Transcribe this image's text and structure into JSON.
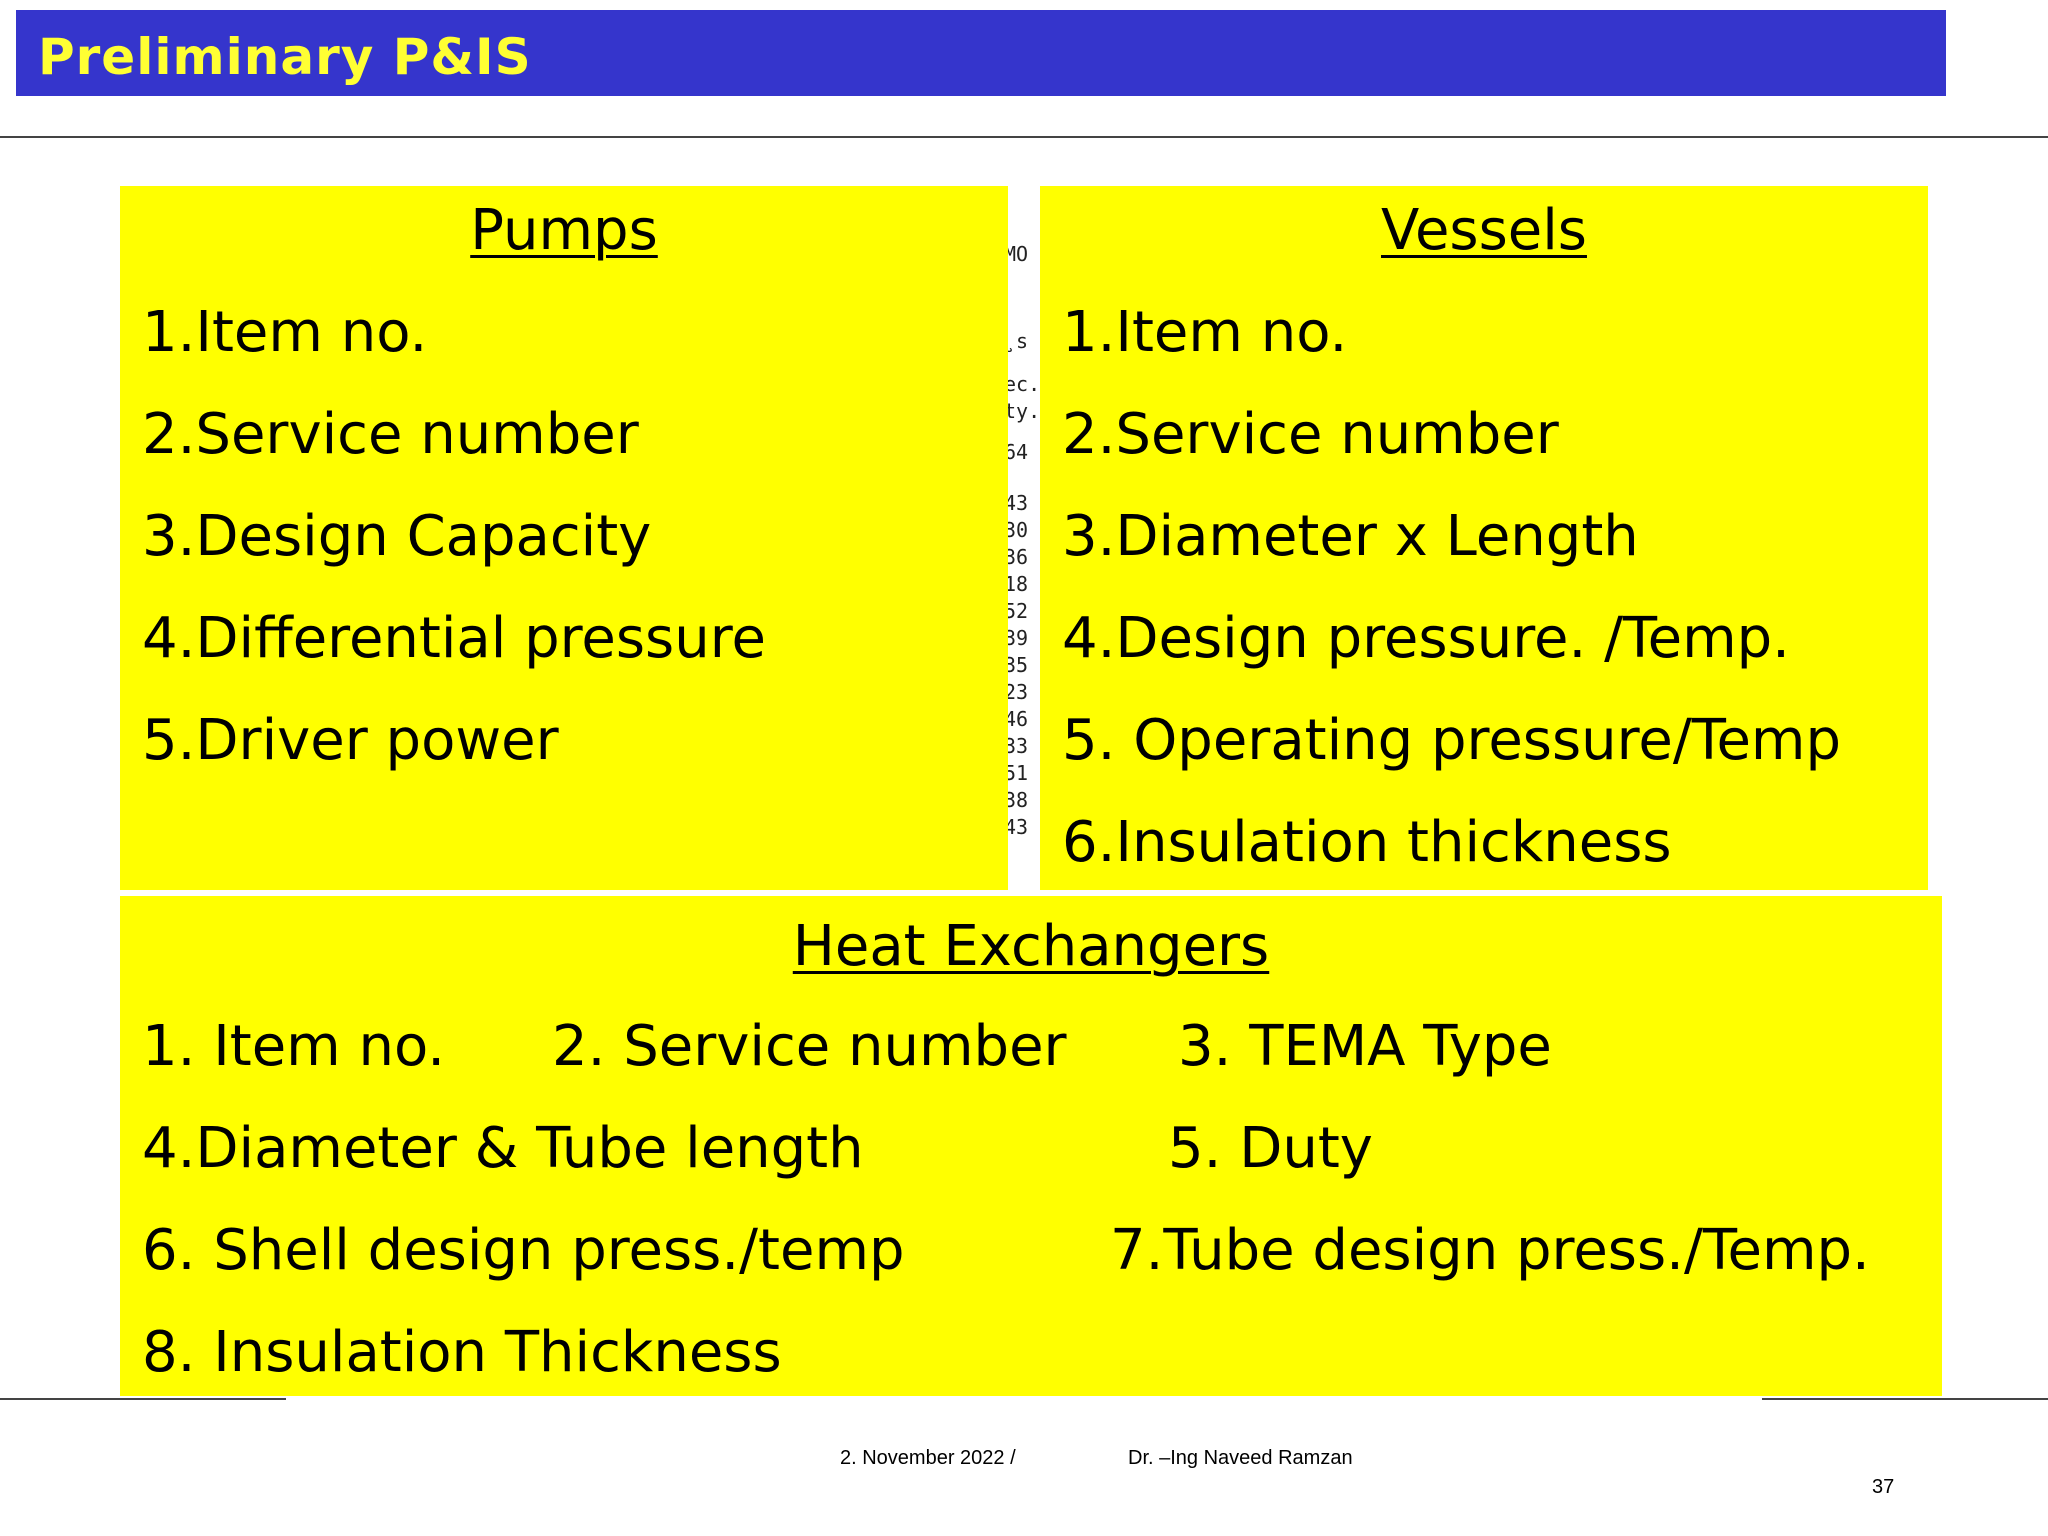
{
  "title": "Preliminary P&IS",
  "colors": {
    "title_bar": "#3535cc",
    "title_text": "#ffff33",
    "panel": "#ffff00"
  },
  "pumps": {
    "heading": "Pumps",
    "items": [
      "1.Item no.",
      "2.Service number",
      "3.Design Capacity",
      "4.Differential pressure",
      "5.Driver power"
    ]
  },
  "vessels": {
    "heading": "Vessels",
    "items": [
      "1.Item no.",
      "2.Service number",
      "3.Diameter x Length",
      "4.Design pressure. /Temp.",
      "5. Operating pressure/Temp",
      "6.Insulation thickness"
    ]
  },
  "heat_exchangers": {
    "heading": "Heat Exchangers",
    "items": [
      "1. Item no.",
      "2. Service number",
      "3. TEMA Type",
      "4.Diameter & Tube length",
      "5. Duty",
      "6. Shell design press./temp",
      "7.Tube design press./Temp.",
      "8. Insulation Thickness"
    ]
  },
  "background_fragments": [
    "MO",
    "¸s",
    "ec.",
    "ty.",
    "64",
    "43",
    "30",
    "36",
    "18",
    "52",
    "39",
    "35",
    "23",
    "46",
    "33",
    "51",
    "38",
    "43"
  ],
  "footer": {
    "date": "2. November 2022 /",
    "author": "Dr. –Ing Naveed Ramzan",
    "page_number": "37"
  }
}
